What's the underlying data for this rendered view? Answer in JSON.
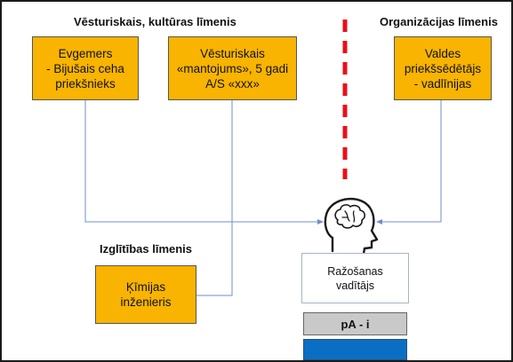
{
  "headings": {
    "historical_cultural": "Vēsturiskais, kultūras līmenis",
    "organizational": "Organizācijas līmenis",
    "education": "Izglītības līmenis"
  },
  "boxes": {
    "evgemers": "Evgemers\n- Bijušais ceha\npriekšnieks",
    "historical_legacy": "Vēsturiskais\n«mantojums», 5 gadi\nA/S «xxx»",
    "board_chairman": "Valdes\npriekšsēdētājs\n- vadlīnijas",
    "chemical_engineer": "Ķīmijas\ninženieris"
  },
  "target": {
    "role": "Ražošanas\nvadītājs",
    "code": "pA - i",
    "icon": "head-brain-icon"
  },
  "colors": {
    "box_fill": "#f8b400",
    "connector": "#6f8fc8",
    "divider": "#e8101a",
    "bar_gray": "#c9c9c9",
    "bar_blue": "#0a6fc2"
  }
}
